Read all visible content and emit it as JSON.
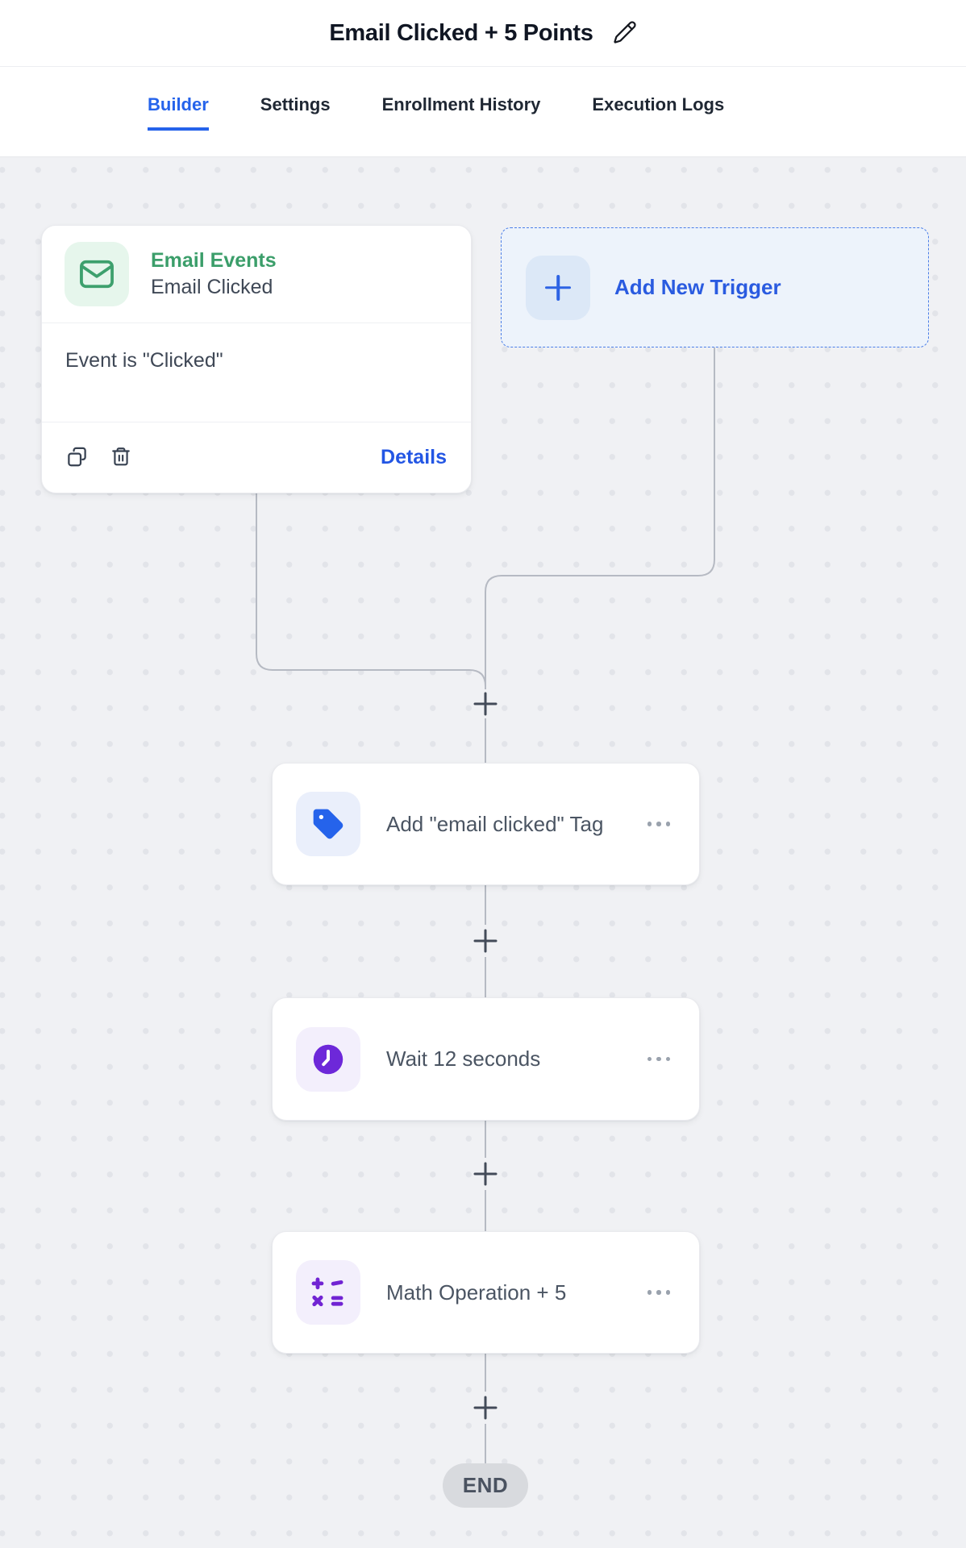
{
  "header": {
    "title": "Email Clicked + 5 Points"
  },
  "tabs": {
    "items": [
      {
        "label": "Builder",
        "active": true
      },
      {
        "label": "Settings",
        "active": false
      },
      {
        "label": "Enrollment History",
        "active": false
      },
      {
        "label": "Execution Logs",
        "active": false
      }
    ]
  },
  "trigger": {
    "category": "Email Events",
    "event": "Email Clicked",
    "condition": "Event is \"Clicked\"",
    "details_label": "Details",
    "icon": "envelope-icon"
  },
  "add_trigger": {
    "label": "Add New Trigger",
    "icon": "plus-icon"
  },
  "steps": [
    {
      "label": "Add \"email clicked\" Tag",
      "icon": "tag-icon"
    },
    {
      "label": "Wait 12 seconds",
      "icon": "clock-icon"
    },
    {
      "label": "Math Operation + 5",
      "icon": "math-icon"
    }
  ],
  "flow": {
    "end_label": "END"
  },
  "colors": {
    "accent_blue": "#2563eb",
    "trigger_green": "#3da06d",
    "wait_purple": "#6d28d9",
    "math_purple": "#7c3aed",
    "canvas_bg": "#f0f1f4",
    "connector_gray": "#b6bac3"
  }
}
